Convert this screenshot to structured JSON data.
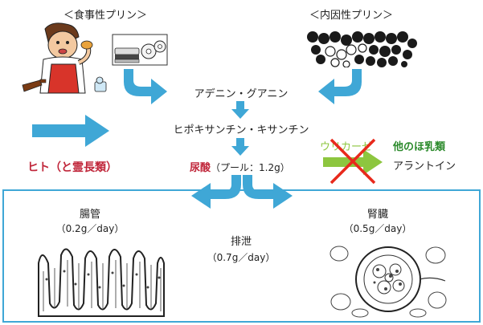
{
  "title_dietary": "＜食事性プリン＞",
  "title_endogenous": "＜内因性プリン＞",
  "step_1": "アデニン・グアニン",
  "step_2": "ヒポキサンチン・キサンチン",
  "uric_acid": {
    "label": "尿酸",
    "detail": "（プール：1.2g）"
  },
  "human_label": "ヒト（と霊長類）",
  "uricase": "ウリカーゼ",
  "other_mammals": "他のほ乳類",
  "allantoin": "アラントイン",
  "excretion": {
    "intestine": {
      "label": "腸管",
      "amount": "（0.2g／day）"
    },
    "total": {
      "label": "排泄",
      "amount": "（0.7g／day）"
    },
    "kidney": {
      "label": "腎臓",
      "amount": "（0.5g／day）"
    }
  },
  "colors": {
    "arrow_blue": "#3fa7d6",
    "arrow_green": "#8dc63f",
    "cross_red": "#e8291c",
    "red_text": "#c0263a"
  }
}
